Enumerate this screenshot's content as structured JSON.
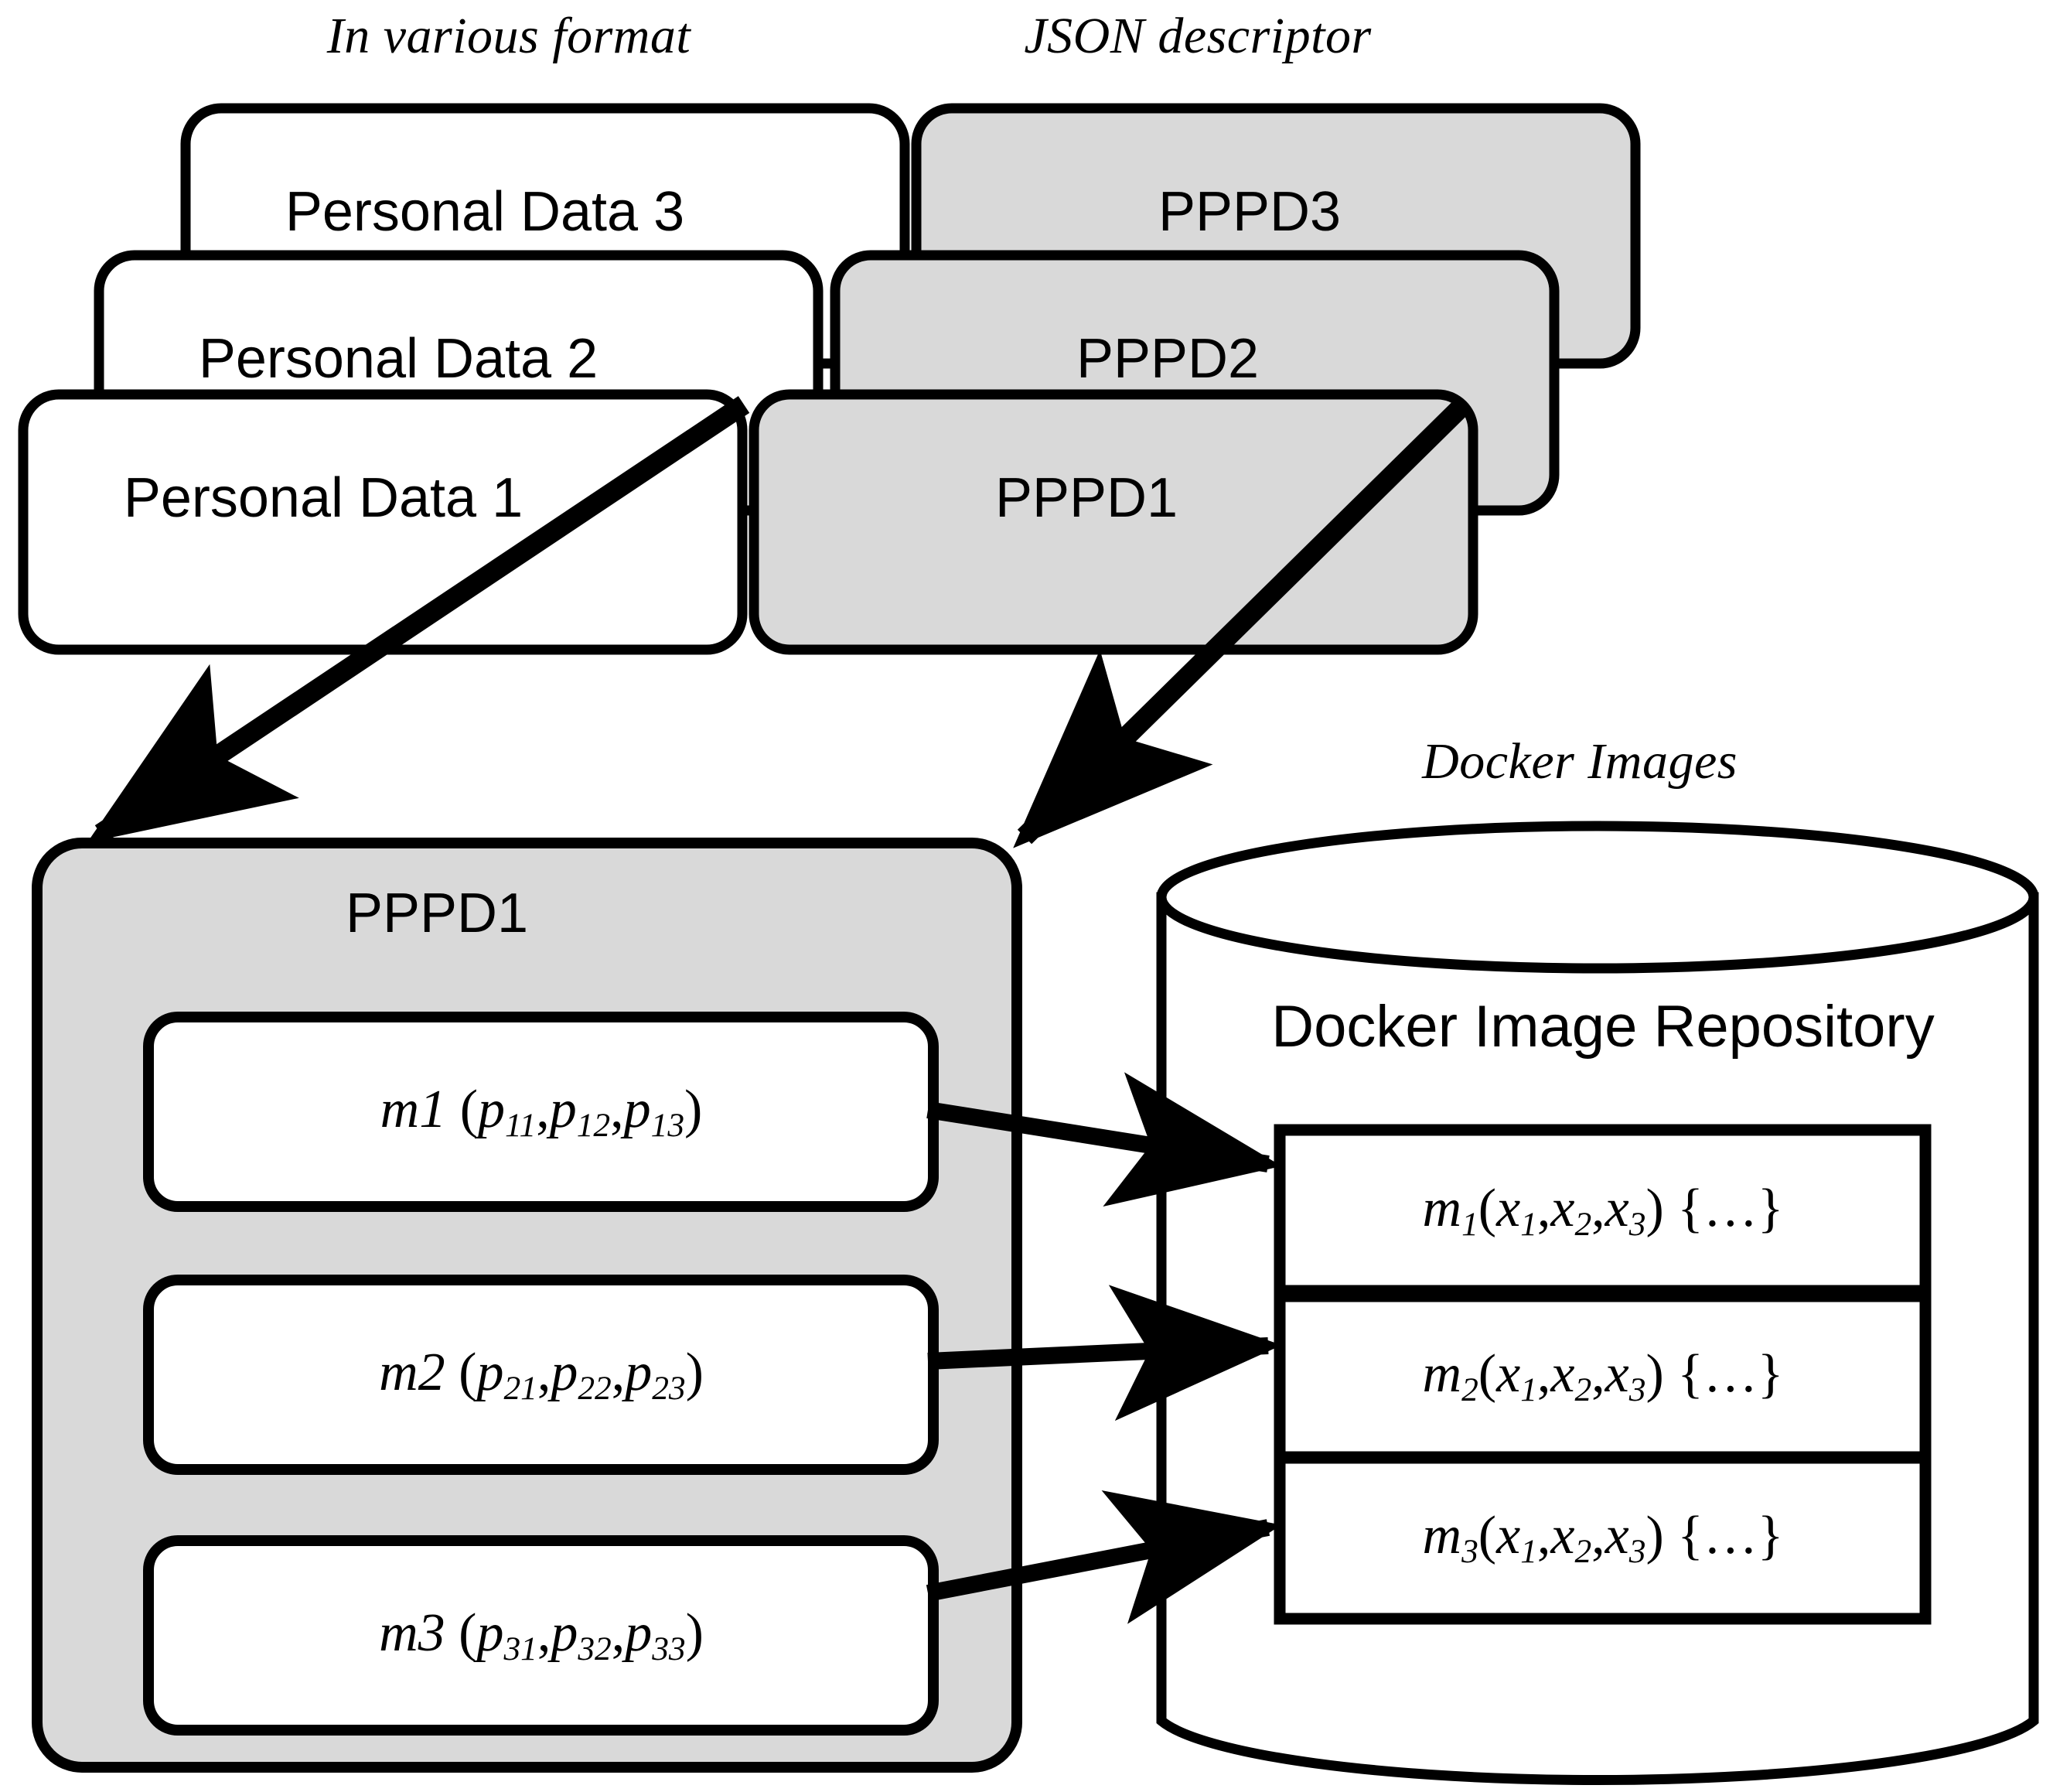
{
  "diagram": {
    "title_captions": {
      "in_various_format": "In various format",
      "json_descriptor": "JSON descriptor",
      "docker_images": "Docker Images"
    },
    "personal_data_stack": [
      {
        "label": "Personal Data 3"
      },
      {
        "label": "Personal Data 2"
      },
      {
        "label": "Personal Data 1"
      }
    ],
    "pppd_stack": [
      {
        "label": "PPPD3"
      },
      {
        "label": "PPPD2"
      },
      {
        "label": "PPPD1"
      }
    ],
    "pppd_panel": {
      "header": "PPPD1",
      "methods": [
        {
          "name": "m1",
          "params": "p11,p12,p13",
          "p1": "11",
          "p2": "12",
          "p3": "13"
        },
        {
          "name": "m2",
          "params": "p21,p22,p23",
          "p1": "21",
          "p2": "22",
          "p3": "23"
        },
        {
          "name": "m3",
          "params": "p31,p32,p33",
          "p1": "31",
          "p2": "32",
          "p3": "33"
        }
      ]
    },
    "repository": {
      "title": "Docker Image Repository",
      "images": [
        {
          "name": "m",
          "index": "1",
          "args": "x1,x2,x3",
          "body": "{…}"
        },
        {
          "name": "m",
          "index": "2",
          "args": "x1,x2,x3",
          "body": "{…}"
        },
        {
          "name": "m",
          "index": "3",
          "args": "x1,x2,x3",
          "body": "{…}"
        }
      ]
    },
    "colors": {
      "stroke": "#000000",
      "card_fill": "#ffffff",
      "gray_fill": "#d9d9d9",
      "background": "#ffffff"
    }
  }
}
